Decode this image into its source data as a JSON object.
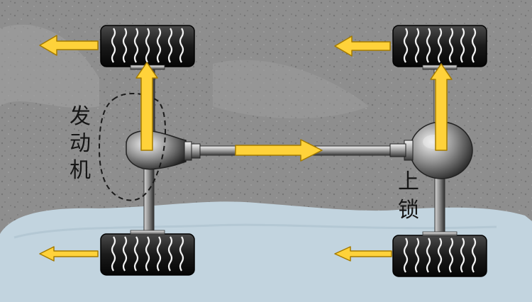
{
  "labels": {
    "engine": [
      "发",
      "动",
      "机"
    ],
    "lock": [
      "上",
      "锁"
    ]
  },
  "colors": {
    "road": "#8e8e8e",
    "water": "#c2d4df",
    "arrow_fill": "#ffd23a",
    "arrow_stroke": "#a47a00",
    "tire": "#161616",
    "metal": "#bfbfbf"
  },
  "icons": {
    "wheel": "tire-icon",
    "arrow": "power-arrow-icon",
    "differential": "differential-icon"
  }
}
